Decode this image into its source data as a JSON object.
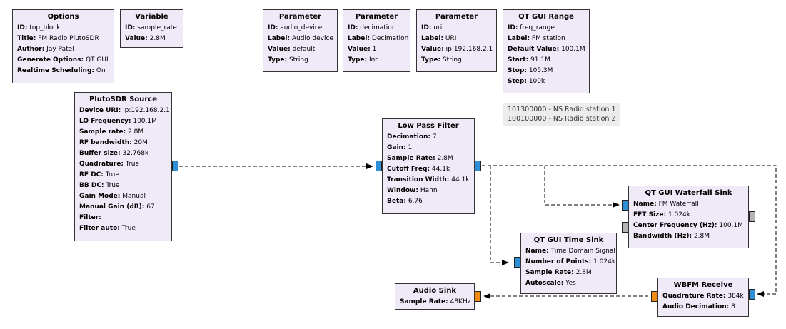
{
  "blocks": {
    "options": {
      "title": "Options",
      "rows": [
        {
          "k": "ID:",
          "v": "top_block"
        },
        {
          "k": "Title:",
          "v": "FM Radio PlutoSDR"
        },
        {
          "k": "Author:",
          "v": "Jay Patel"
        },
        {
          "k": "Generate Options:",
          "v": "QT GUI"
        },
        {
          "k": "Realtime Scheduling:",
          "v": "On"
        }
      ]
    },
    "variable": {
      "title": "Variable",
      "rows": [
        {
          "k": "ID:",
          "v": "sample_rate"
        },
        {
          "k": "Value:",
          "v": "2.8M"
        }
      ]
    },
    "param_audio": {
      "title": "Parameter",
      "rows": [
        {
          "k": "ID:",
          "v": "audio_device"
        },
        {
          "k": "Label:",
          "v": "Audio device"
        },
        {
          "k": "Value:",
          "v": "default"
        },
        {
          "k": "Type:",
          "v": "String"
        }
      ]
    },
    "param_decim": {
      "title": "Parameter",
      "rows": [
        {
          "k": "ID:",
          "v": "decimation"
        },
        {
          "k": "Label:",
          "v": "Decimation"
        },
        {
          "k": "Value:",
          "v": "1"
        },
        {
          "k": "Type:",
          "v": "Int"
        }
      ]
    },
    "param_uri": {
      "title": "Parameter",
      "rows": [
        {
          "k": "ID:",
          "v": "uri"
        },
        {
          "k": "Label:",
          "v": "URI"
        },
        {
          "k": "Value:",
          "v": "ip:192.168.2.1"
        },
        {
          "k": "Type:",
          "v": "String"
        }
      ]
    },
    "qt_range": {
      "title": "QT GUI Range",
      "rows": [
        {
          "k": "ID:",
          "v": "freq_range"
        },
        {
          "k": "Label:",
          "v": "FM station"
        },
        {
          "k": "Default Value:",
          "v": "100.1M"
        },
        {
          "k": "Start:",
          "v": "91.1M"
        },
        {
          "k": "Stop:",
          "v": "105.3M"
        },
        {
          "k": "Step:",
          "v": "100k"
        }
      ]
    },
    "pluto": {
      "title": "PlutoSDR Source",
      "rows": [
        {
          "k": "Device URI:",
          "v": "ip:192.168.2.1"
        },
        {
          "k": "LO Frequency:",
          "v": "100.1M"
        },
        {
          "k": "Sample rate:",
          "v": "2.8M"
        },
        {
          "k": "RF bandwidth:",
          "v": "20M"
        },
        {
          "k": "Buffer size:",
          "v": "32.768k"
        },
        {
          "k": "Quadrature:",
          "v": "True"
        },
        {
          "k": "RF DC:",
          "v": "True"
        },
        {
          "k": "BB DC:",
          "v": "True"
        },
        {
          "k": "Gain Mode:",
          "v": "Manual"
        },
        {
          "k": "Manual Gain (dB):",
          "v": "67"
        },
        {
          "k": "Filter:",
          "v": ""
        },
        {
          "k": "Filter auto:",
          "v": "True"
        }
      ]
    },
    "lpf": {
      "title": "Low Pass Filter",
      "rows": [
        {
          "k": "Decimation:",
          "v": "7"
        },
        {
          "k": "Gain:",
          "v": "1"
        },
        {
          "k": "Sample Rate:",
          "v": "2.8M"
        },
        {
          "k": "Cutoff Freq:",
          "v": "44.1k"
        },
        {
          "k": "Transition Width:",
          "v": "44.1k"
        },
        {
          "k": "Window:",
          "v": "Hann"
        },
        {
          "k": "Beta:",
          "v": "6.76"
        }
      ]
    },
    "waterfall": {
      "title": "QT GUI Waterfall Sink",
      "rows": [
        {
          "k": "Name:",
          "v": "FM Waterfall"
        },
        {
          "k": "FFT Size:",
          "v": "1.024k"
        },
        {
          "k": "Center Frequency (Hz):",
          "v": "100.1M"
        },
        {
          "k": "Bandwidth (Hz):",
          "v": "2.8M"
        }
      ]
    },
    "timesink": {
      "title": "QT GUI Time Sink",
      "rows": [
        {
          "k": "Name:",
          "v": "Time Domain Signal"
        },
        {
          "k": "Number of Points:",
          "v": "1.024k"
        },
        {
          "k": "Sample Rate:",
          "v": "2.8M"
        },
        {
          "k": "Autoscale:",
          "v": "Yes"
        }
      ]
    },
    "audiosink": {
      "title": "Audio Sink",
      "rows": [
        {
          "k": "Sample Rate:",
          "v": "48KHz"
        }
      ]
    },
    "wbfm": {
      "title": "WBFM Receive",
      "rows": [
        {
          "k": "Quadrature Rate:",
          "v": "384k"
        },
        {
          "k": "Audio Decimation:",
          "v": "8"
        }
      ]
    }
  },
  "note": {
    "lines": [
      "101300000 - NS Radio station 1",
      "100100000 - NS Radio station 2"
    ]
  },
  "colors": {
    "block_bg": "#f0eaf8",
    "complex_port": "#2f8fd6",
    "float_port": "#f08a12",
    "message_port": "#b4b4b4"
  }
}
